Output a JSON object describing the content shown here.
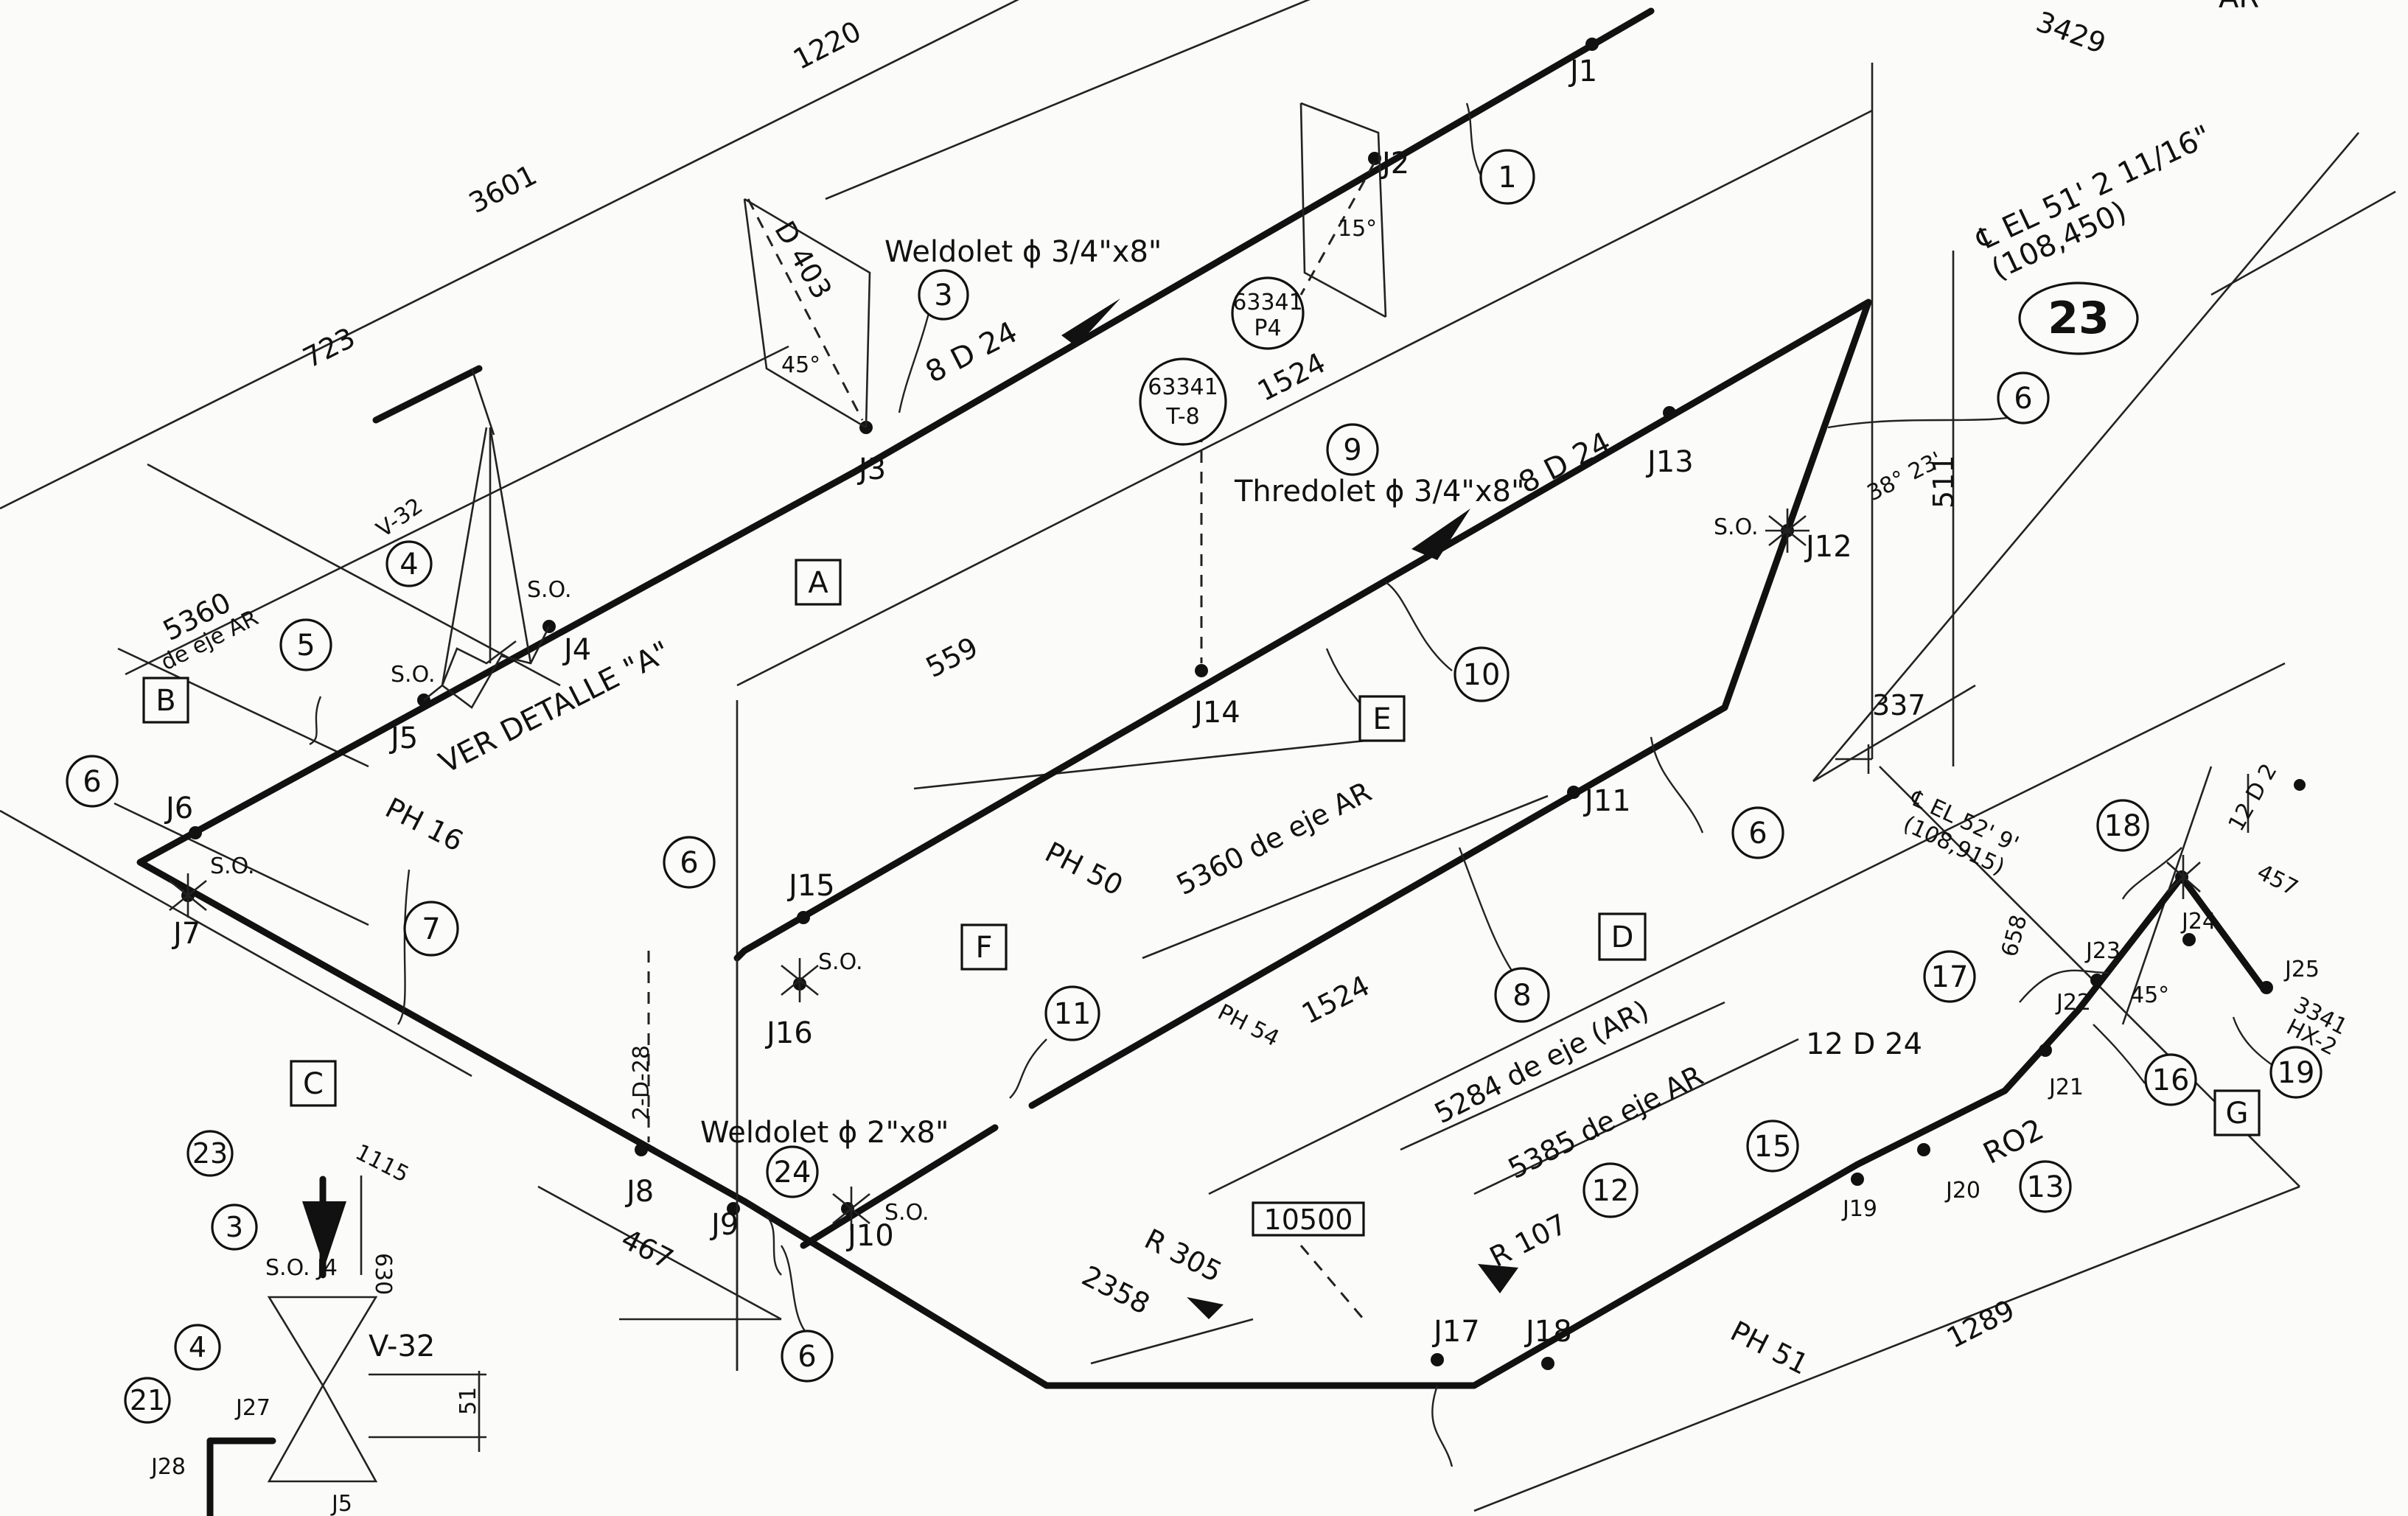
{
  "drawing": {
    "sheet_number": "23",
    "corner_label": "AR",
    "top_dim": "3429",
    "elevation_1": "℄ EL 51' 2 11/16\"",
    "elevation_1b": "(108,450)",
    "elevation_2": "℄ EL 52' 9'",
    "elevation_2b": "(108,915)"
  },
  "pipes": {
    "line_1": "8 D 24",
    "line_2": "8 D 24",
    "line_3": "12 D 24",
    "line_4": "2-D-28",
    "line_5": "12 D 2"
  },
  "joints": [
    "J1",
    "J2",
    "J3",
    "J4",
    "J5",
    "J6",
    "J7",
    "J8",
    "J9",
    "J10",
    "J11",
    "J12",
    "J13",
    "J14",
    "J15",
    "J16",
    "J17",
    "J18",
    "J19",
    "J20",
    "J21",
    "J22",
    "J23",
    "J24",
    "J25"
  ],
  "callouts": [
    "1",
    "3",
    "4",
    "5",
    "6",
    "7",
    "8",
    "9",
    "10",
    "11",
    "12",
    "13",
    "15",
    "16",
    "17",
    "18",
    "19",
    "24"
  ],
  "callout_six": "6",
  "sections": [
    "A",
    "B",
    "C",
    "D",
    "E",
    "F",
    "G"
  ],
  "dimensions": {
    "d1220": "1220",
    "d3601": "3601",
    "d723": "723",
    "d1524a": "1524",
    "d559": "559",
    "d511": "511",
    "d337": "337",
    "d1524b": "1524",
    "d1115": "1115",
    "d467": "467",
    "d2358": "2358",
    "d1289": "1289",
    "d658": "658",
    "d457": "457",
    "d630": "630",
    "d51": "51",
    "d5360a": "5360",
    "d5360a_sub": "de eje AR",
    "d5360b": "5360 de eje AR",
    "d5284": "5284 de eje (AR)",
    "d5385": "5385 de eje AR",
    "r305": "R 305",
    "r107": "R 107",
    "box_10500": "10500",
    "d403": "D 403"
  },
  "angles": {
    "a45a": "45°",
    "a15": "15°",
    "a38": "38° 23'",
    "a45b": "45°"
  },
  "notes": {
    "weldolet_1": "Weldolet ϕ 3/4\"x8\"",
    "thredolet": "Thredolet ϕ 3/4\"x8\"",
    "weldolet_2": "Weldolet ϕ 2\"x8\"",
    "detalle": "VER DETALLE \"A\"",
    "v32": "V-32",
    "v32b": "V-32",
    "tag_p4a": "63341",
    "tag_p4b": "P4",
    "tag_t8a": "63341",
    "tag_t8b": "T-8",
    "hx2a": "3341",
    "hx2b": "HX-2",
    "ro2": "RO2"
  },
  "supports": {
    "so": "S.O.",
    "ph16": "PH 16",
    "ph50": "PH 50",
    "ph54": "PH 54",
    "ph51": "PH 51"
  },
  "detail": {
    "c23": "23",
    "c3": "3",
    "c4": "4",
    "c21": "21",
    "j27": "J27",
    "j28": "J28",
    "j5": "J5",
    "so4": "S.O. J4"
  }
}
